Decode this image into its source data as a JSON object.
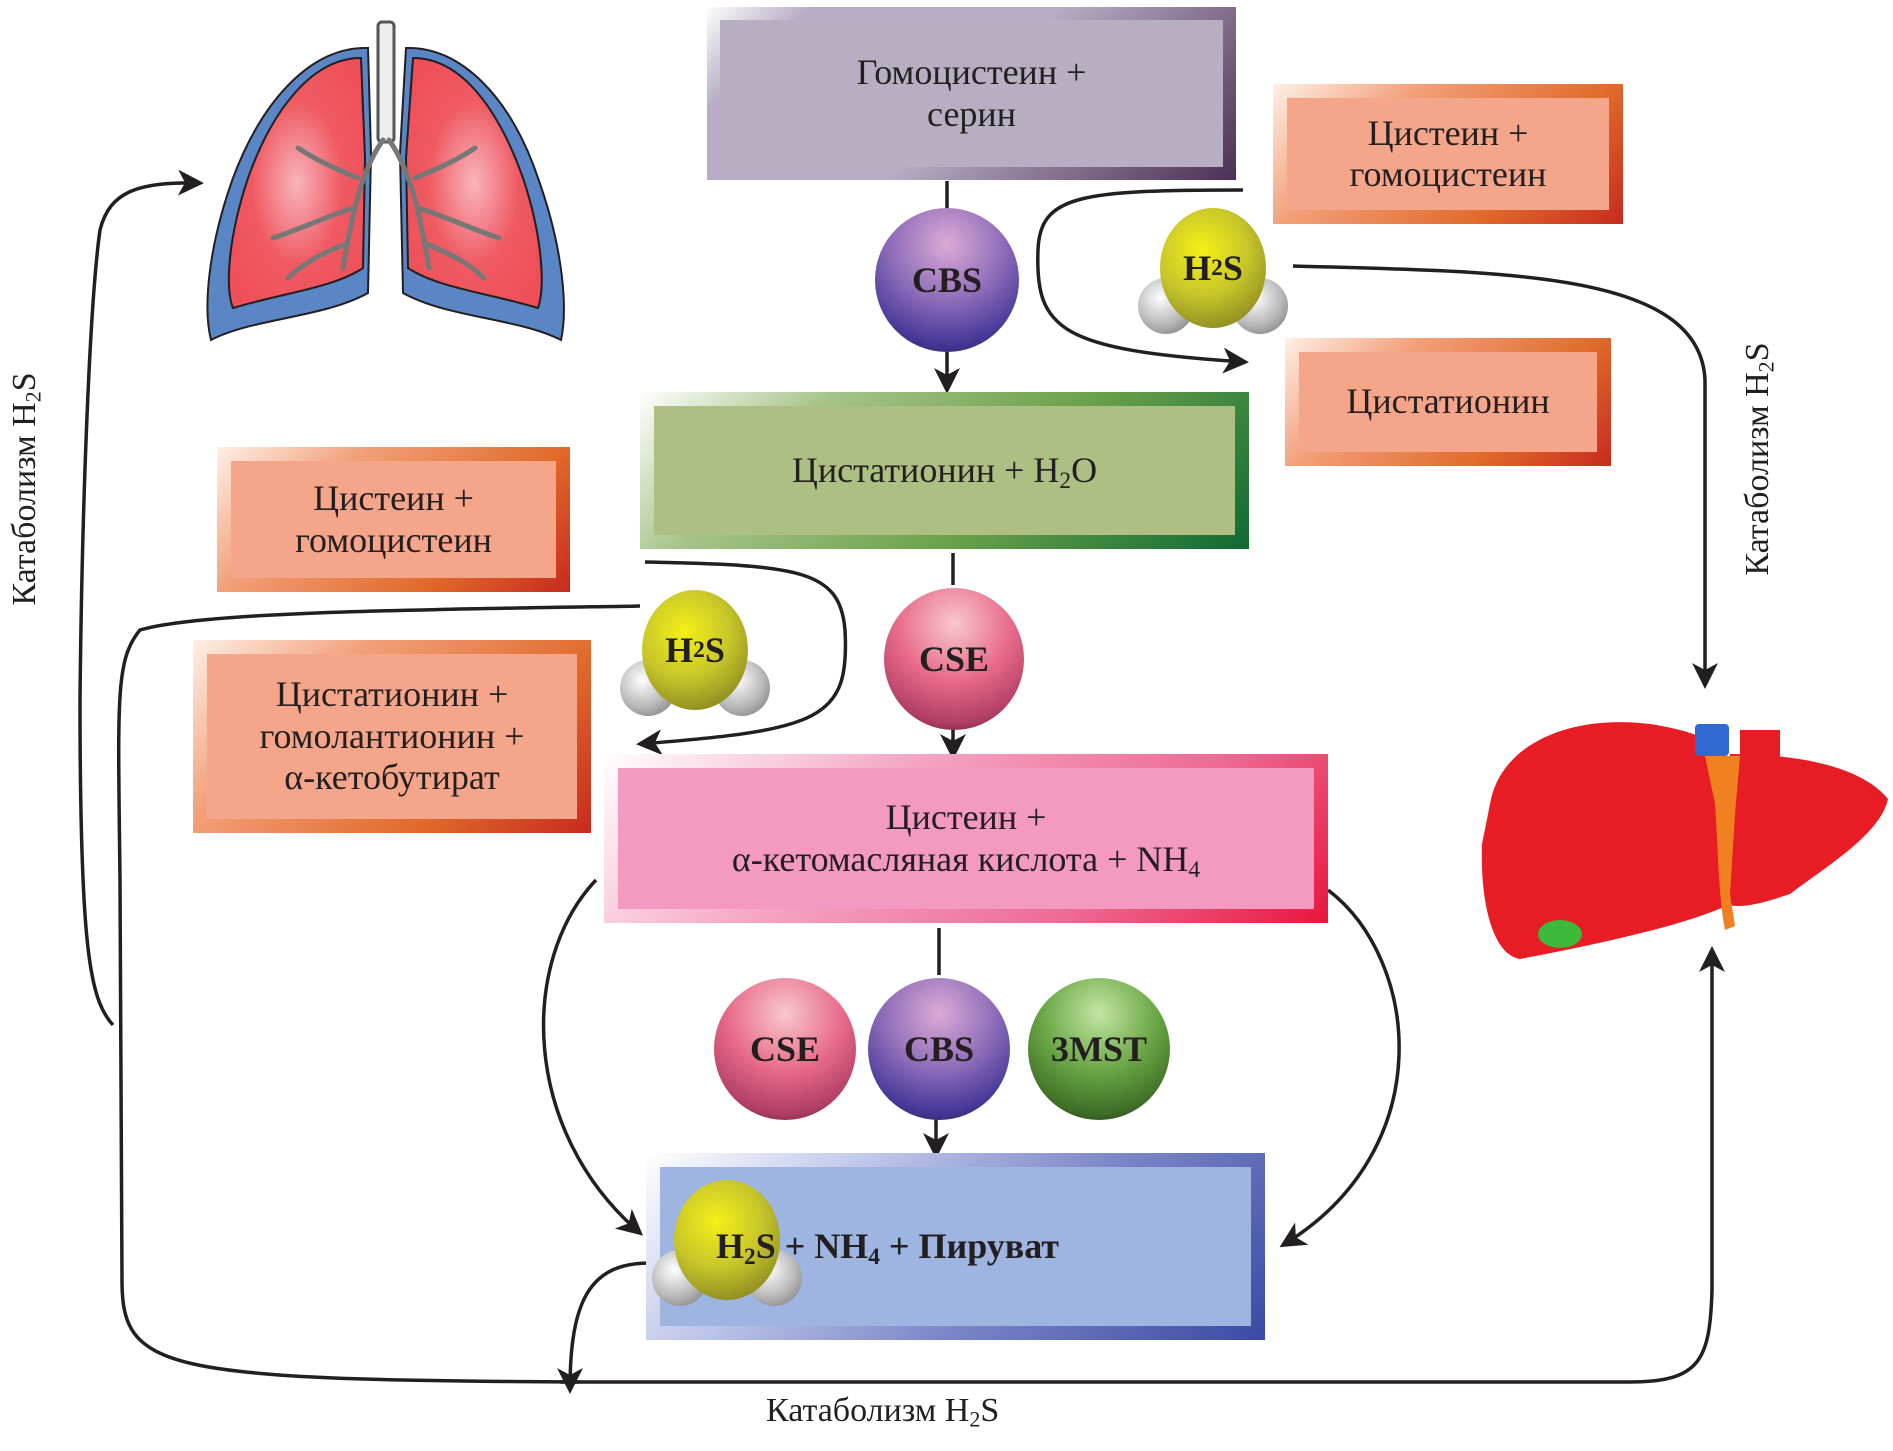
{
  "diagram": {
    "title": "H2S biosynthesis and catabolism pathway",
    "substrate_box": {
      "line1": "Гомоцистеин +",
      "line2": "серин"
    },
    "cystathionine_water_box": {
      "text": "Цистатионин + H",
      "sub": "2",
      "suffix": "O"
    },
    "cysteine_keto_box": {
      "line1": "Цистеин +",
      "line2": "α-кетомасляная кислота + NH",
      "sub": "4"
    },
    "products_box": {
      "h2s_prefix": "H",
      "h2s_sub": "2",
      "h2s_suffix": "S",
      "rest_prefix": " + NH",
      "rest_sub": "4",
      "rest_suffix": " + Пируват"
    },
    "side_boxes": {
      "top_right_reactants": {
        "line1": "Цистеин +",
        "line2": "гомоцистеин"
      },
      "top_right_product": {
        "line1": "Цистатионин"
      },
      "left_reactants": {
        "line1": "Цистеин +",
        "line2": "гомоцистеин"
      },
      "left_products": {
        "line1": "Цистатионин +",
        "line2": "гомолантионин +",
        "line3": "α-кетобутират"
      }
    },
    "enzymes": {
      "cbs_top": "CBS",
      "cse_middle": "CSE",
      "bottom_row": [
        "CSE",
        "CBS",
        "3MST"
      ]
    },
    "h2s_molecule": {
      "prefix": "H",
      "sub": "2",
      "suffix": "S"
    },
    "catabolism_labels": {
      "left": {
        "text": "Катаболизм H",
        "sub": "2",
        "suffix": "S"
      },
      "right": {
        "text": "Катаболизм H",
        "sub": "2",
        "suffix": "S"
      },
      "bottom": {
        "text": "Катаболизм H",
        "sub": "2",
        "suffix": "S"
      }
    },
    "organs": [
      "lungs",
      "liver"
    ],
    "colors": {
      "cbs": "#6a55a8",
      "cse": "#d85a7c",
      "3mst": "#5a8f38",
      "h2s_sulfur": "#c8c62a",
      "lung_tissue": "#ef4f58",
      "pleura": "#5a86c6",
      "liver": "#e81c24",
      "gallbladder": "#3cb83a",
      "bile_duct": "#f08020",
      "vein": "#2e6ad0"
    }
  }
}
